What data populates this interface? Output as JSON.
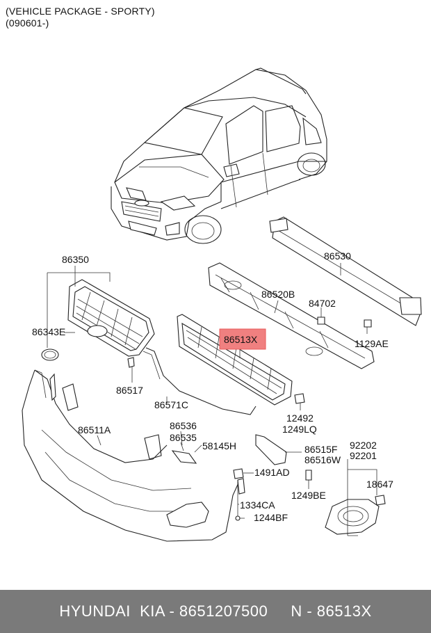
{
  "header": {
    "line1": "(VEHICLE PACKAGE - SPORTY)",
    "line2": "(090601-)"
  },
  "parts": {
    "p86350": "86350",
    "p86343E": "86343E",
    "p86517": "86517",
    "p86571C": "86571C",
    "p86513X": "86513X",
    "p86520B": "86520B",
    "p84702": "84702",
    "p86530": "86530",
    "p1129AE": "1129AE",
    "p12492": "12492",
    "p1249LQ": "1249LQ",
    "p86511A": "86511A",
    "p86536": "86536",
    "p86535": "86535",
    "p58145H": "58145H",
    "p86515F": "86515F",
    "p86516W": "86516W",
    "p92202": "92202",
    "p92201": "92201",
    "p18647": "18647",
    "p1491AD": "1491AD",
    "p1249BE": "1249BE",
    "p1334CA": "1334CA",
    "p1244BF": "1244BF"
  },
  "highlight_color": "#f08080",
  "footer": {
    "text": "HYUNDAI  KIA - 8651207500     N - 86513X"
  }
}
